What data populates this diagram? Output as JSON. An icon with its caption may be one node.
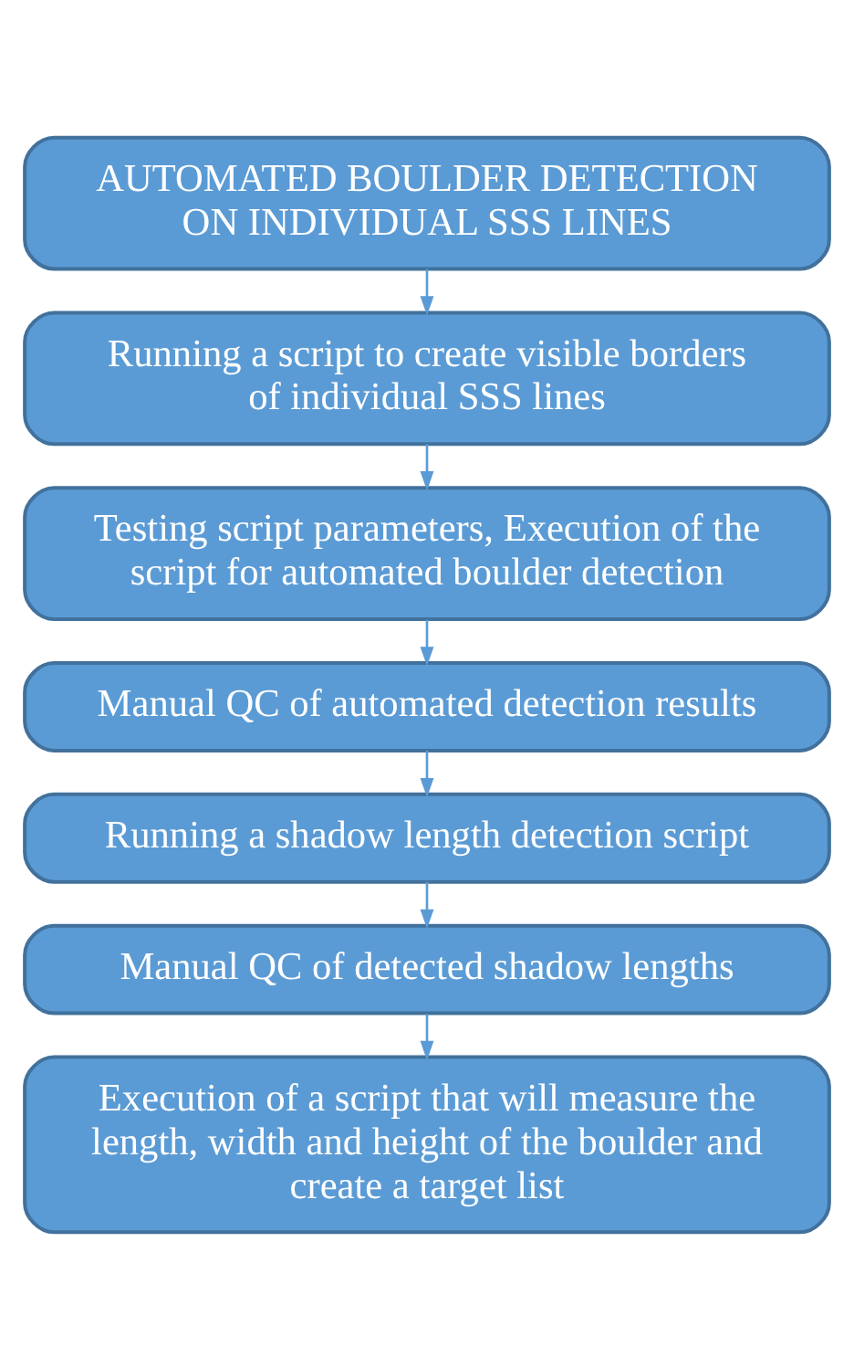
{
  "diagram": {
    "nodes": [
      {
        "text": [
          "AUTOMATED BOULDER DETECTION ON INDIVIDUAL SSS LINES"
        ]
      },
      {
        "text": [
          "Running a script to create visible borders of individual SSS lines"
        ]
      },
      {
        "text": [
          "Testing script parameters, Execution of the script for automated boulder detection"
        ]
      },
      {
        "text": [
          "Manual QC of automated detection results"
        ]
      },
      {
        "text": [
          "Running a shadow length detection script"
        ]
      },
      {
        "text": [
          "Manual QC of detected shadow lengths"
        ]
      },
      {
        "text": [
          "Execution of a script that will measure the length, width and height of the boulder and create a target list"
        ]
      }
    ],
    "edges": [
      {
        "from": 0,
        "to": 1,
        "arrow": "to"
      },
      {
        "from": 1,
        "to": 2,
        "arrow": "to"
      },
      {
        "from": 2,
        "to": 3,
        "arrow": "to"
      },
      {
        "from": 3,
        "to": 4,
        "arrow": "to"
      },
      {
        "from": 4,
        "to": 5,
        "arrow": "to"
      },
      {
        "from": 5,
        "to": 6,
        "arrow": "to"
      }
    ]
  }
}
